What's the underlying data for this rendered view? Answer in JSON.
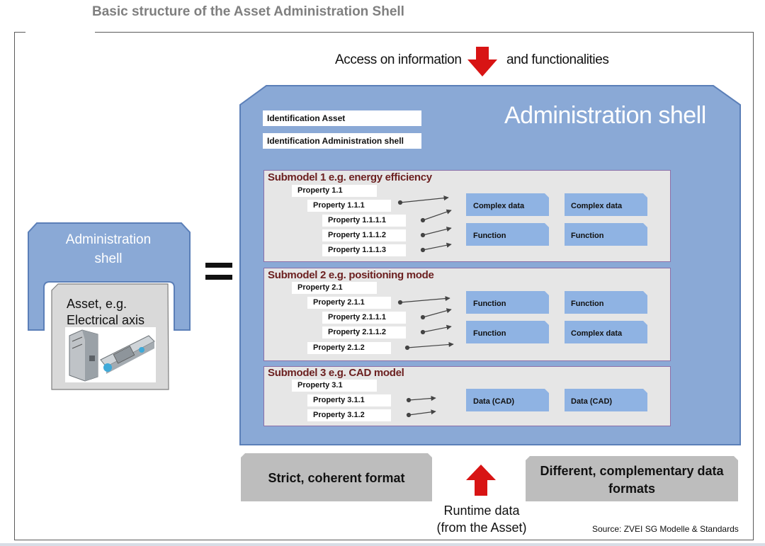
{
  "title": "Basic structure of the Asset Administration Shell",
  "access": {
    "left": "Access on information",
    "right": "and functionalities"
  },
  "shell": {
    "title": "Administration shell",
    "identification_asset": "Identification Asset",
    "identification_shell": "Identification Administration shell"
  },
  "left": {
    "shell_line1": "Administration",
    "shell_line2": "shell",
    "asset_line1": "Asset, e.g.",
    "asset_line2": "Electrical axis"
  },
  "submodels": [
    {
      "title": "Submodel 1 e.g. energy efficiency",
      "properties": [
        "Property 1.1",
        "Property 1.1.1",
        "Property 1.1.1.1",
        "Property 1.1.1.2",
        "Property 1.1.1.3"
      ],
      "tiles": [
        "Complex data",
        "Complex data",
        "Function",
        "Function"
      ]
    },
    {
      "title": "Submodel 2 e.g. positioning mode",
      "properties": [
        "Property 2.1",
        "Property 2.1.1",
        "Property 2.1.1.1",
        "Property 2.1.1.2",
        "Property 2.1.2"
      ],
      "tiles": [
        "Function",
        "Function",
        "Function",
        "Complex data"
      ]
    },
    {
      "title": "Submodel 3 e.g. CAD model",
      "properties": [
        "Property 3.1",
        "Property 3.1.1",
        "Property 3.1.2"
      ],
      "tiles": [
        "Data (CAD)",
        "Data (CAD)"
      ]
    }
  ],
  "bottom": {
    "strict": "Strict, coherent format",
    "different": "Different, complementary data formats",
    "runtime_line1": "Runtime data",
    "runtime_line2": "(from the Asset)",
    "source": "Source: ZVEI SG Modelle & Standards"
  },
  "colors": {
    "shell_blue": "#8aa9d6",
    "shell_border": "#5b7fb8",
    "tile_blue": "#8fb3e3",
    "arrow_red": "#d81414",
    "submodel_title": "#6b1f1f",
    "format_gray": "#bdbdbd"
  }
}
